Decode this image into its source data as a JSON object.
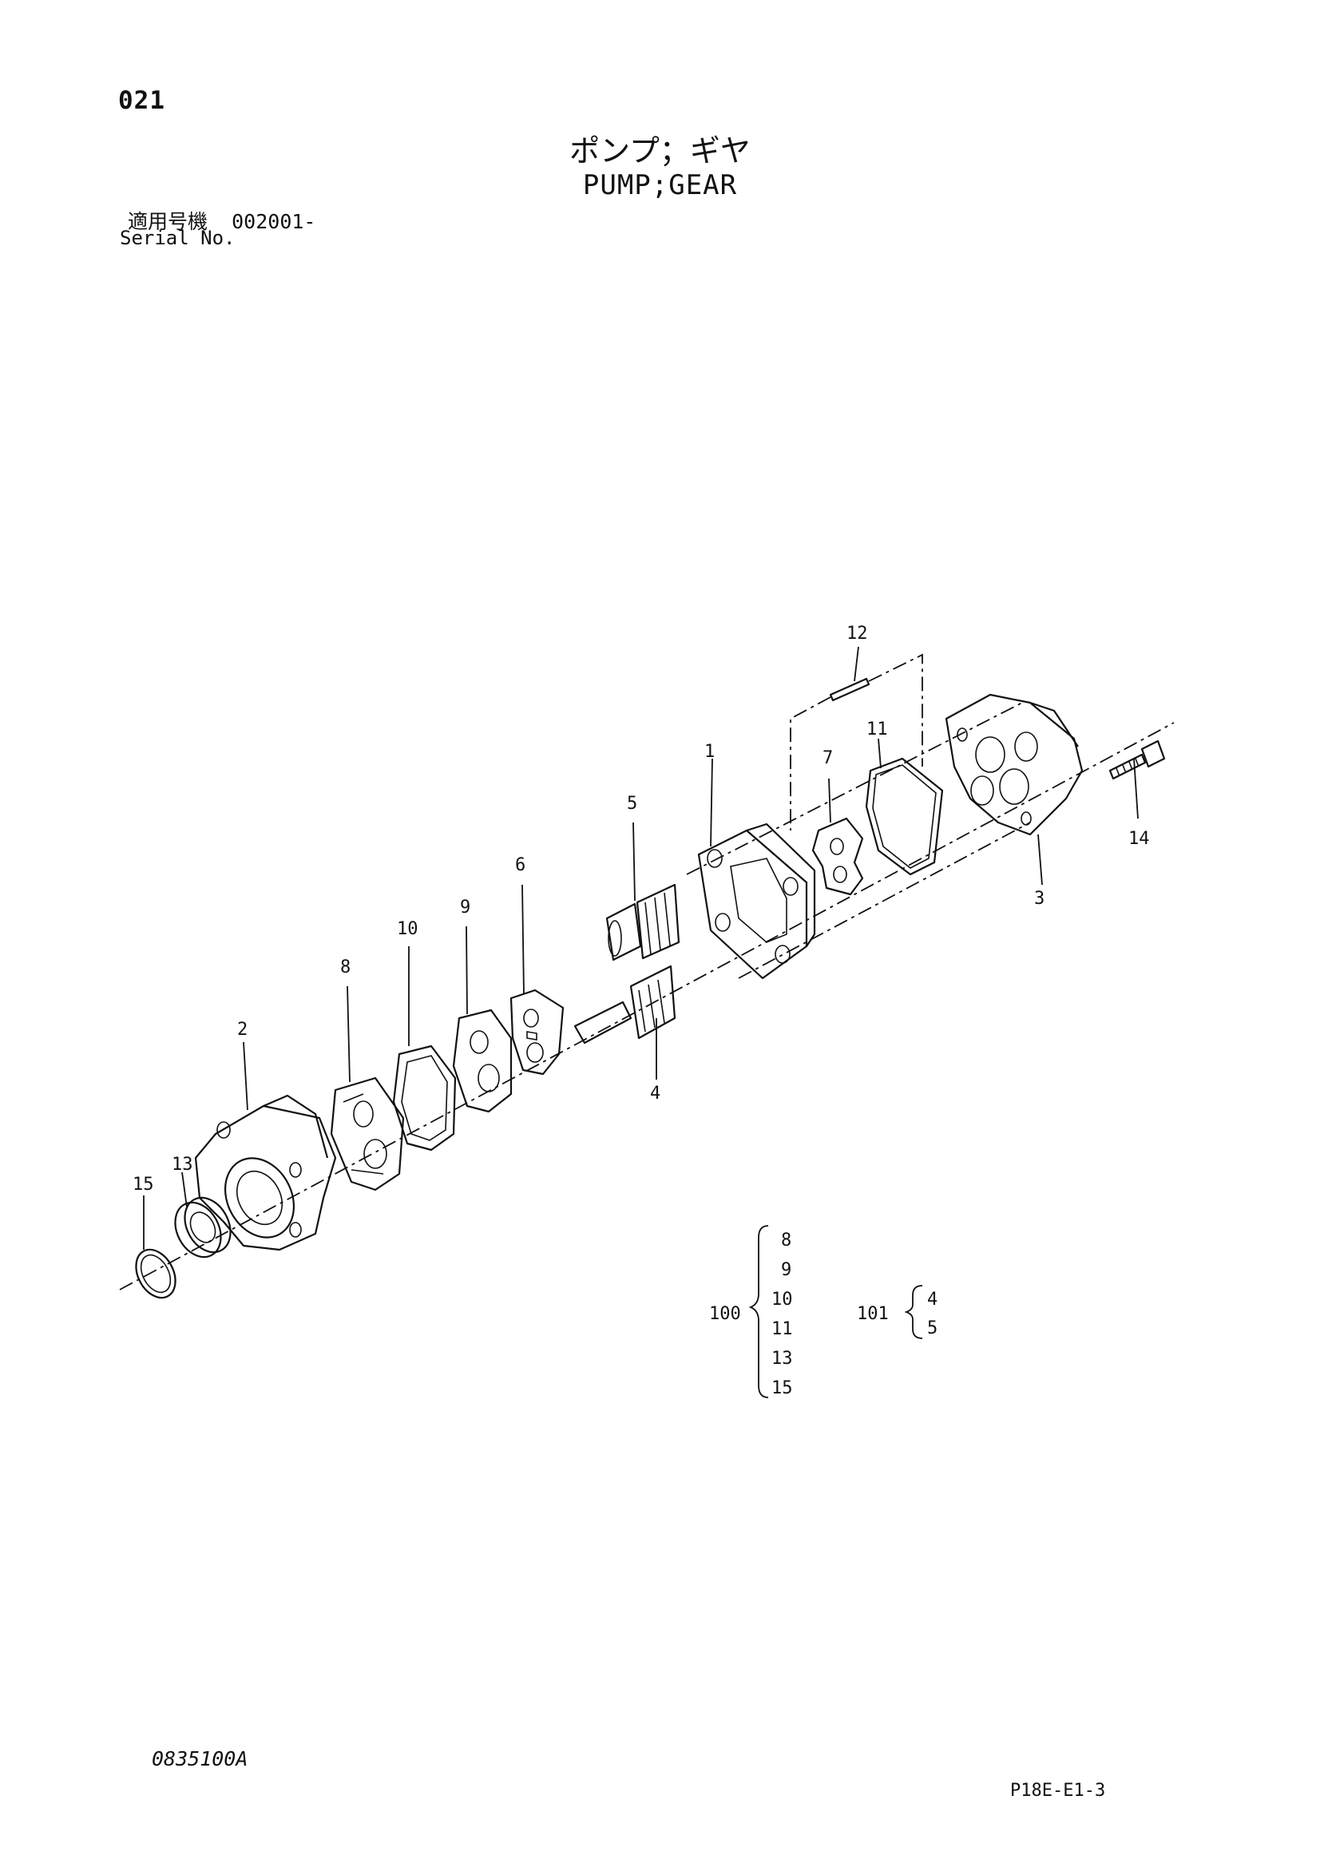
{
  "header": {
    "page_number": "021",
    "title_jp": "ポンプ；ギヤ",
    "title_en": "PUMP;GEAR",
    "serial_label_jp": "適用号機",
    "serial_value": "002001-",
    "serial_label_en": "Serial No."
  },
  "callouts": [
    "1",
    "2",
    "3",
    "4",
    "5",
    "6",
    "7",
    "8",
    "9",
    "10",
    "11",
    "12",
    "13",
    "14",
    "15"
  ],
  "assemblies": [
    {
      "id": "100",
      "parts": [
        "8",
        "9",
        "10",
        "11",
        "13",
        "15"
      ]
    },
    {
      "id": "101",
      "parts": [
        "4",
        "5"
      ]
    }
  ],
  "footer": {
    "drawing_code": "0835100A",
    "sheet_code": "P18E-E1-3"
  }
}
